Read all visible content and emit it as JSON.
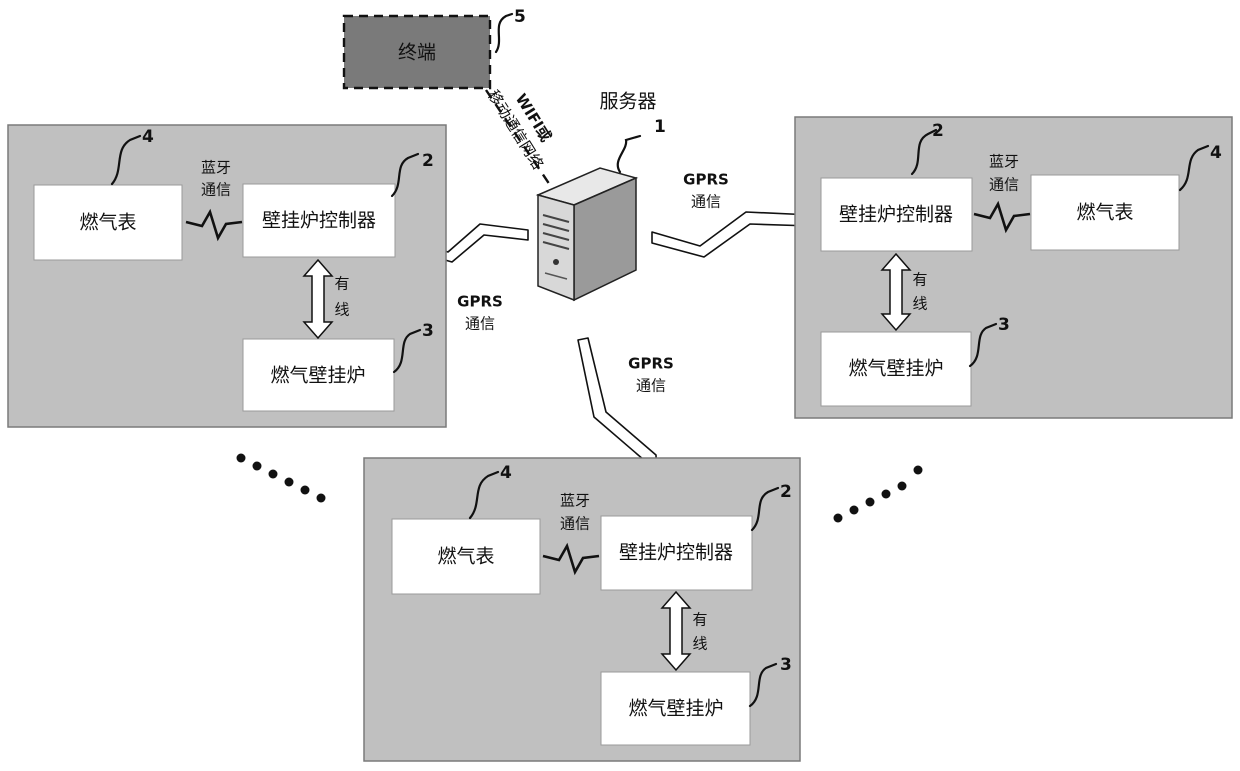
{
  "diagram": {
    "server": {
      "label": "服务器",
      "number": "1"
    },
    "terminal": {
      "label": "终端",
      "number": "5"
    },
    "wifi_label": [
      "WIFI或",
      "移动通信网络"
    ],
    "gprs_label": [
      "GPRS",
      "通信"
    ],
    "zones": [
      {
        "meter": "燃气表",
        "meter_number": "4",
        "controller": "壁挂炉控制器",
        "controller_number": "2",
        "boiler": "燃气壁挂炉",
        "boiler_number": "3",
        "bluetooth": [
          "蓝牙",
          "通信"
        ],
        "wired": [
          "有",
          "线"
        ]
      },
      {
        "meter": "燃气表",
        "meter_number": "4",
        "controller": "壁挂炉控制器",
        "controller_number": "2",
        "boiler": "燃气壁挂炉",
        "boiler_number": "3",
        "bluetooth": [
          "蓝牙",
          "通信"
        ],
        "wired": [
          "有",
          "线"
        ]
      },
      {
        "meter": "燃气表",
        "meter_number": "4",
        "controller": "壁挂炉控制器",
        "controller_number": "2",
        "boiler": "燃气壁挂炉",
        "boiler_number": "3",
        "bluetooth": [
          "蓝牙",
          "通信"
        ],
        "wired": [
          "有",
          "线"
        ]
      }
    ]
  }
}
